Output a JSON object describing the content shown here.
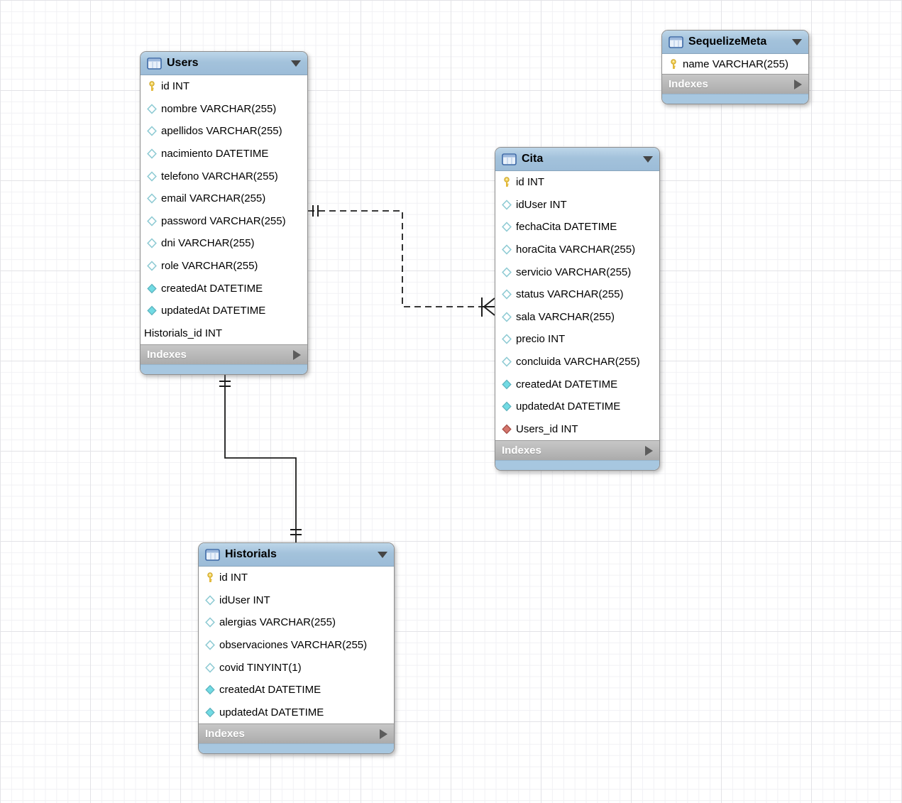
{
  "diagram": {
    "indexes_label": "Indexes",
    "tables": [
      {
        "id": "Users",
        "title": "Users",
        "columns": [
          {
            "label": "id INT",
            "icon": "key"
          },
          {
            "label": "nombre VARCHAR(255)",
            "icon": "diamond"
          },
          {
            "label": "apellidos VARCHAR(255)",
            "icon": "diamond"
          },
          {
            "label": "nacimiento DATETIME",
            "icon": "diamond"
          },
          {
            "label": "telefono VARCHAR(255)",
            "icon": "diamond"
          },
          {
            "label": "email VARCHAR(255)",
            "icon": "diamond"
          },
          {
            "label": "password VARCHAR(255)",
            "icon": "diamond"
          },
          {
            "label": "dni VARCHAR(255)",
            "icon": "diamond"
          },
          {
            "label": "role VARCHAR(255)",
            "icon": "diamond"
          },
          {
            "label": "createdAt DATETIME",
            "icon": "diamond-filled"
          },
          {
            "label": "updatedAt DATETIME",
            "icon": "diamond-filled"
          },
          {
            "label": "Historials_id INT",
            "icon": null
          }
        ]
      },
      {
        "id": "Cita",
        "title": "Cita",
        "columns": [
          {
            "label": "id INT",
            "icon": "key"
          },
          {
            "label": "idUser INT",
            "icon": "diamond"
          },
          {
            "label": "fechaCita DATETIME",
            "icon": "diamond"
          },
          {
            "label": "horaCita VARCHAR(255)",
            "icon": "diamond"
          },
          {
            "label": "servicio VARCHAR(255)",
            "icon": "diamond"
          },
          {
            "label": "status VARCHAR(255)",
            "icon": "diamond"
          },
          {
            "label": "sala VARCHAR(255)",
            "icon": "diamond"
          },
          {
            "label": "precio INT",
            "icon": "diamond"
          },
          {
            "label": "concluida VARCHAR(255)",
            "icon": "diamond"
          },
          {
            "label": "createdAt DATETIME",
            "icon": "diamond-filled"
          },
          {
            "label": "updatedAt DATETIME",
            "icon": "diamond-filled"
          },
          {
            "label": "Users_id INT",
            "icon": "diamond-red"
          }
        ]
      },
      {
        "id": "Historials",
        "title": "Historials",
        "columns": [
          {
            "label": "id INT",
            "icon": "key"
          },
          {
            "label": "idUser INT",
            "icon": "diamond"
          },
          {
            "label": "alergias VARCHAR(255)",
            "icon": "diamond"
          },
          {
            "label": "observaciones VARCHAR(255)",
            "icon": "diamond"
          },
          {
            "label": "covid TINYINT(1)",
            "icon": "diamond"
          },
          {
            "label": "createdAt DATETIME",
            "icon": "diamond-filled"
          },
          {
            "label": "updatedAt DATETIME",
            "icon": "diamond-filled"
          }
        ]
      },
      {
        "id": "SequelizeMeta",
        "title": "SequelizeMeta",
        "columns": [
          {
            "label": "name VARCHAR(255)",
            "icon": "key"
          }
        ]
      }
    ],
    "connections": [
      {
        "id": "users-cita",
        "from": "Users",
        "to": "Cita",
        "type": "non-identifying",
        "style": "dashed",
        "from_cardinality": "one-and-only-one",
        "to_cardinality": "many"
      },
      {
        "id": "users-historials",
        "from": "Users",
        "to": "Historials",
        "type": "identifying",
        "style": "solid",
        "from_cardinality": "one-and-only-one",
        "to_cardinality": "one-and-only-one"
      }
    ],
    "colors": {
      "header_blue": "#a3c2db",
      "footer_blue": "#a7c7e0",
      "indexes_gray": "#b5b5b5",
      "key_yellow": "#eecb4f",
      "diamond_teal_outline": "#8fcbd4",
      "diamond_teal_fill": "#72dbe4",
      "diamond_red_fill": "#d4766d",
      "line_color": "#1c1c1c"
    }
  }
}
